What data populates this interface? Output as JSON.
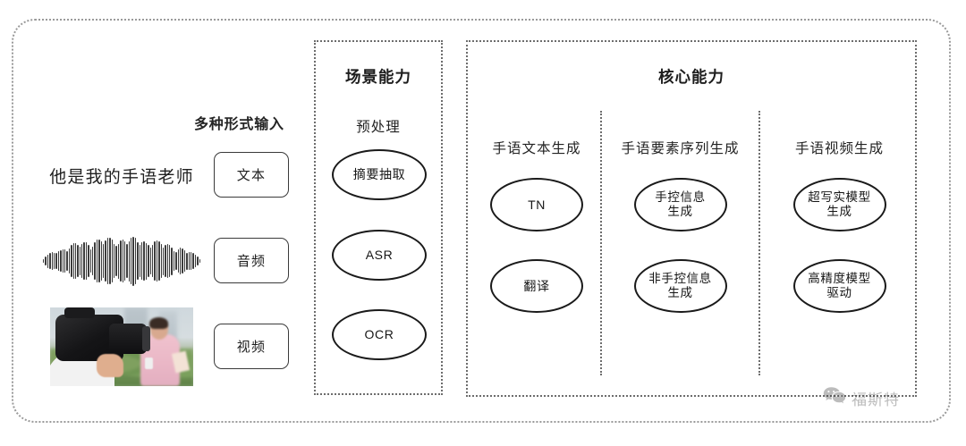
{
  "diagram": {
    "input_section": {
      "heading": "多种形式输入",
      "rows": [
        {
          "media_kind": "text-sample",
          "sample_text": "他是我的手语老师",
          "button_label": "文本"
        },
        {
          "media_kind": "audio-waveform",
          "sample_text": "",
          "button_label": "音频"
        },
        {
          "media_kind": "video-thumbnail",
          "sample_text": "",
          "button_label": "视频"
        }
      ]
    },
    "scene_panel": {
      "title": "场景能力",
      "subtitle": "预处理",
      "nodes": [
        "摘要抽取",
        "ASR",
        "OCR"
      ]
    },
    "core_panel": {
      "title": "核心能力",
      "columns": [
        {
          "title": "手语文本生成",
          "nodes": [
            "TN",
            "翻译"
          ]
        },
        {
          "title": "手语要素序列生成",
          "nodes": [
            "手控信息\n生成",
            "非手控信息\n生成"
          ]
        },
        {
          "title": "手语视频生成",
          "nodes": [
            "超写实模型\n生成",
            "高精度模型\n驱动"
          ]
        }
      ]
    },
    "watermark": {
      "icon": "wechat-icon",
      "text": "福斯特"
    },
    "colors": {
      "frame_dotted": "#9a9a9a",
      "panel_dotted": "#6d6d6d",
      "node_stroke": "#1a1a1a",
      "text": "#1f1f1f",
      "background": "#ffffff"
    }
  }
}
